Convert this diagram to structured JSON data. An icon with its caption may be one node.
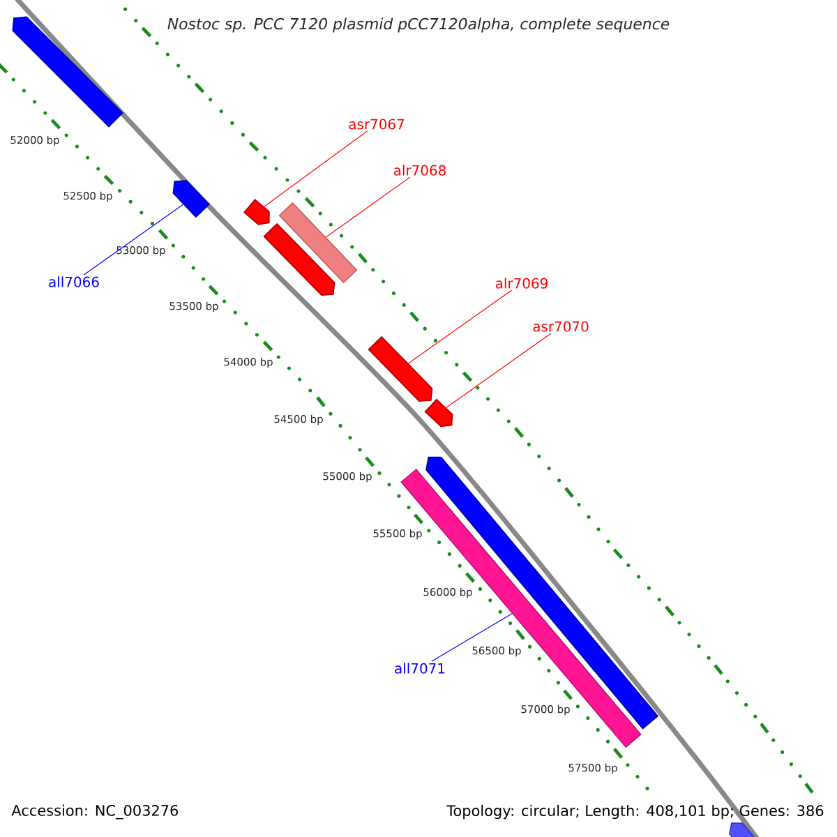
{
  "diagram": {
    "title": "Nostoc sp. PCC 7120 plasmid pCC7120alpha, complete sequence",
    "nodes": [
      {
        "text": [],
        "shape": "bar"
      },
      {
        "text": [],
        "shape": "bar"
      },
      {
        "text": [],
        "shape": "bar"
      },
      {
        "text": [],
        "shape": "bar"
      },
      {
        "text": [],
        "shape": "bar"
      },
      {
        "text": [],
        "shape": "bar"
      },
      {
        "text": [],
        "shape": "bar"
      },
      {
        "text": [],
        "shape": "bar"
      },
      {
        "text": [],
        "shape": "bar"
      },
      {
        "text": [],
        "shape": "bar"
      },
      {
        "text": [
          "asr7067"
        ]
      },
      {
        "text": [
          "alr7068"
        ]
      },
      {
        "text": [
          "all7066"
        ]
      },
      {
        "text": [
          "alr7069"
        ]
      },
      {
        "text": [
          "asr7070"
        ]
      },
      {
        "text": [
          "all7071"
        ]
      }
    ],
    "edges": [
      {
        "from": 10,
        "to": 2,
        "arrow": "none"
      },
      {
        "from": 11,
        "to": 4,
        "arrow": "none"
      },
      {
        "from": 12,
        "to": 1,
        "arrow": "none",
        "color": "#0000ff"
      },
      {
        "from": 13,
        "to": 5,
        "arrow": "none"
      },
      {
        "from": 14,
        "to": 6,
        "arrow": "none"
      },
      {
        "from": 15,
        "to": 8,
        "arrow": "none",
        "color": "#0000ff"
      }
    ],
    "labels": [
      "52000 bp",
      "52500 bp",
      "53000 bp",
      "53500 bp",
      "54000 bp",
      "54500 bp",
      "55000 bp",
      "55500 bp",
      "56000 bp",
      "56500 bp",
      "57000 bp",
      "57500 bp",
      "Accession: NC_003276",
      "Topology: circular; Length: 408,101 bp; Genes: 386"
    ]
  }
}
